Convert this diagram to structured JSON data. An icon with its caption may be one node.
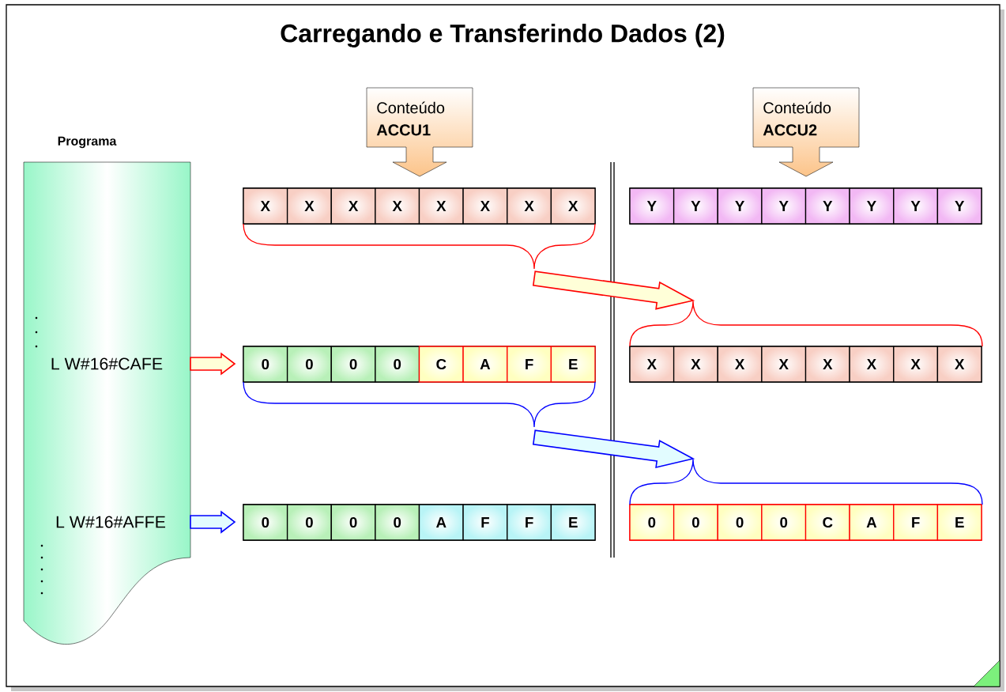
{
  "diagram": {
    "title": "Carregando e Transferindo Dados (2)",
    "nodes": [
      {
        "text": [
          "Programa"
        ]
      },
      {
        "text": [
          "L W#16#CAFE"
        ],
        "in": 0
      },
      {
        "text": [
          "L W#16#AFFE"
        ],
        "in": 0
      },
      {
        "text": [
          "Conteúdo",
          "ACCU1"
        ]
      },
      {
        "text": [
          "Conteúdo",
          "ACCU2"
        ]
      },
      {
        "text": [],
        "shape": "box"
      },
      {
        "text": [
          "X"
        ],
        "in": 5
      },
      {
        "text": [
          "X"
        ],
        "in": 5
      },
      {
        "text": [
          "X"
        ],
        "in": 5
      },
      {
        "text": [
          "X"
        ],
        "in": 5
      },
      {
        "text": [
          "X"
        ],
        "in": 5
      },
      {
        "text": [
          "X"
        ],
        "in": 5
      },
      {
        "text": [
          "X"
        ],
        "in": 5
      },
      {
        "text": [
          "X"
        ],
        "in": 5
      },
      {
        "text": [],
        "shape": "box"
      },
      {
        "text": [
          "Y"
        ],
        "in": 14
      },
      {
        "text": [
          "Y"
        ],
        "in": 14
      },
      {
        "text": [
          "Y"
        ],
        "in": 14
      },
      {
        "text": [
          "Y"
        ],
        "in": 14
      },
      {
        "text": [
          "Y"
        ],
        "in": 14
      },
      {
        "text": [
          "Y"
        ],
        "in": 14
      },
      {
        "text": [
          "Y"
        ],
        "in": 14
      },
      {
        "text": [
          "Y"
        ],
        "in": 14
      },
      {
        "text": [],
        "shape": "box"
      },
      {
        "text": [
          "0"
        ],
        "in": 23
      },
      {
        "text": [
          "0"
        ],
        "in": 23
      },
      {
        "text": [
          "0"
        ],
        "in": 23
      },
      {
        "text": [
          "0"
        ],
        "in": 23
      },
      {
        "text": [
          "C"
        ],
        "in": 23
      },
      {
        "text": [
          "A"
        ],
        "in": 23
      },
      {
        "text": [
          "F"
        ],
        "in": 23
      },
      {
        "text": [
          "E"
        ],
        "in": 23
      },
      {
        "text": [],
        "shape": "box"
      },
      {
        "text": [
          "X"
        ],
        "in": 32
      },
      {
        "text": [
          "X"
        ],
        "in": 32
      },
      {
        "text": [
          "X"
        ],
        "in": 32
      },
      {
        "text": [
          "X"
        ],
        "in": 32
      },
      {
        "text": [
          "X"
        ],
        "in": 32
      },
      {
        "text": [
          "X"
        ],
        "in": 32
      },
      {
        "text": [
          "X"
        ],
        "in": 32
      },
      {
        "text": [
          "X"
        ],
        "in": 32
      },
      {
        "text": [],
        "shape": "box"
      },
      {
        "text": [
          "0"
        ],
        "in": 41
      },
      {
        "text": [
          "0"
        ],
        "in": 41
      },
      {
        "text": [
          "0"
        ],
        "in": 41
      },
      {
        "text": [
          "0"
        ],
        "in": 41
      },
      {
        "text": [
          "A"
        ],
        "in": 41
      },
      {
        "text": [
          "F"
        ],
        "in": 41
      },
      {
        "text": [
          "F"
        ],
        "in": 41
      },
      {
        "text": [
          "E"
        ],
        "in": 41
      },
      {
        "text": [],
        "shape": "box"
      },
      {
        "text": [
          "0"
        ],
        "in": 50
      },
      {
        "text": [
          "0"
        ],
        "in": 50
      },
      {
        "text": [
          "0"
        ],
        "in": 50
      },
      {
        "text": [
          "0"
        ],
        "in": 50
      },
      {
        "text": [
          "C"
        ],
        "in": 50
      },
      {
        "text": [
          "A"
        ],
        "in": 50
      },
      {
        "text": [
          "F"
        ],
        "in": 50
      },
      {
        "text": [
          "E"
        ],
        "in": 50
      }
    ],
    "edges": [
      {
        "from": 1,
        "to": 23,
        "arrow": "to",
        "color": "#ff0000"
      },
      {
        "from": 2,
        "to": 41,
        "arrow": "to",
        "color": "#0000ff"
      },
      {
        "from": 5,
        "to": 32,
        "arrow": "to",
        "color": "#ff0000"
      },
      {
        "from": 23,
        "to": 50,
        "arrow": "to",
        "color": "#0000ff"
      }
    ]
  }
}
